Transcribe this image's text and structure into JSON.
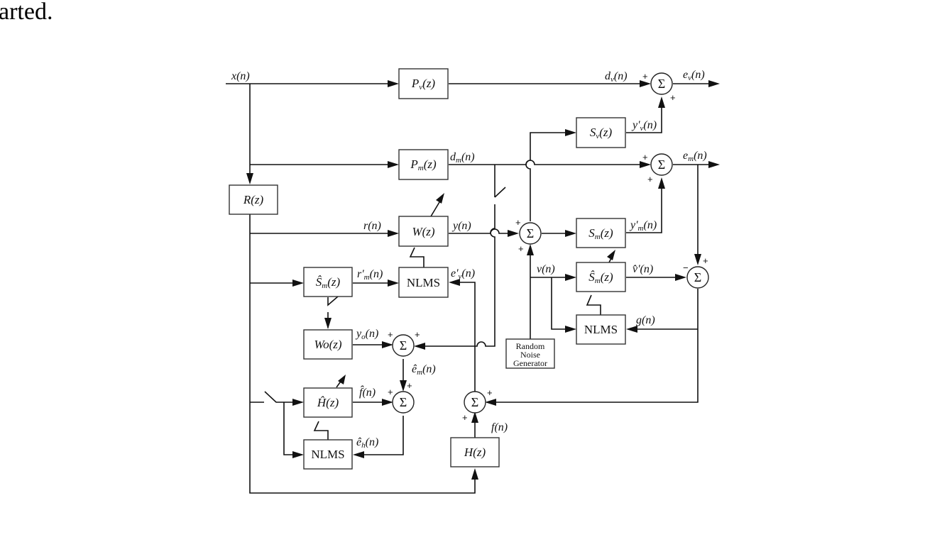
{
  "caption_fragment": "arted.",
  "diagram": {
    "signals": {
      "x": "x(n)",
      "dv": "d_v(n)",
      "ev": "e_v(n)",
      "yv_prime": "y'_v(n)",
      "dm": "d_m(n)",
      "em": "e_m(n)",
      "r": "r(n)",
      "y": "y(n)",
      "ym_prime": "y'_m(n)",
      "rm_prime": "r'_m(n)",
      "ev_prime": "e'_v(n)",
      "v": "v(n)",
      "vhat_prime": "v̂'(n)",
      "g": "g(n)",
      "yo": "y_o(n)",
      "emhat": "ê_m(n)",
      "fhat": "f̂(n)",
      "ehhat": "ê_h(n)",
      "f": "f(n)"
    },
    "blocks": {
      "Pv": "P_v(z)",
      "Pm": "P_m(z)",
      "Sv": "S_v(z)",
      "R": "R(z)",
      "W": "W(z)",
      "Sm": "S_m(z)",
      "Smhat_top": "Ŝ_m(z)",
      "Smhat_left": "Ŝ_m(z)",
      "nlms_w": "NLMS",
      "nlms_s": "NLMS",
      "nlms_h": "NLMS",
      "Wo": "Wo(z)",
      "Hhat": "Ĥ(z)",
      "H": "H(z)",
      "rng_line1": "Random",
      "rng_line2": "Noise",
      "rng_line3": "Generator"
    },
    "sum_symbol": "Σ",
    "plus": "+",
    "minus": "−"
  }
}
